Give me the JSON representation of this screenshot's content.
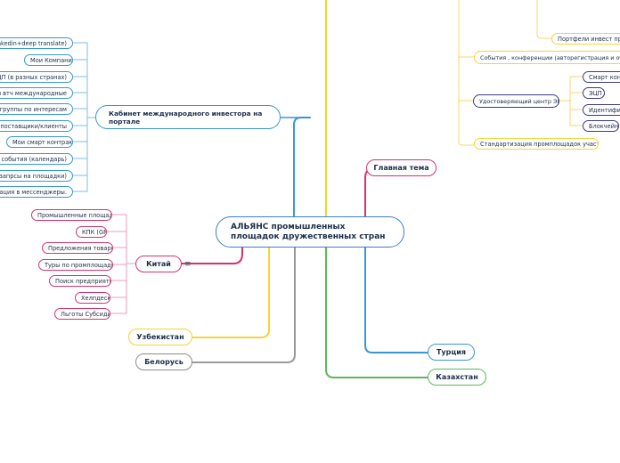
{
  "root": {
    "label": "АЛЬЯНС промышленных площадок дружественных стран"
  },
  "investor": {
    "label": "Кабинет международного инвестора на портале",
    "items": [
      "ь (Linkedin+deep translate)",
      "Мои Компании",
      "и ЭЦП (в разных странах)",
      "роекты втч международные",
      "Мои группы по интересам",
      "Мои поставщики/клиенты",
      "Мои смарт контракты",
      "Мои события (календарь)",
      "вест-запрсы на площадки)",
      "нтеграция в мессенджеры."
    ]
  },
  "china": {
    "label": "Китай",
    "items": [
      "Промышленные площадки",
      "КПК (GR)",
      "Предложения товаров",
      "Туры по промплощадкам",
      "Поиск предприятий",
      "Хелпдеск",
      "Льготы Субсидии"
    ]
  },
  "uzbekistan": {
    "label": "Узбекистан"
  },
  "belarus": {
    "label": "Белорусь"
  },
  "main_topic": {
    "label": "Главная тема"
  },
  "turkey": {
    "label": "Турция"
  },
  "kazakhstan": {
    "label": "Казахстан"
  },
  "right_branch": {
    "portfolio": "Портфели инвест проектов",
    "events": "События , конференции (авторегистрация и общение)",
    "certifying_center": "Удостоверяющий центр ЭЦП",
    "cert_items": [
      "Смарт контракты",
      "ЭЦП",
      "Идентификация",
      "Блокчейн"
    ],
    "standardization": "Стандартизация промплощадок участников"
  },
  "colors": {
    "blue": "#3a97d4",
    "pink": "#d6336c",
    "yellow": "#f2d43a",
    "gray": "#8c8c8c",
    "green": "#5cb85c",
    "light_pink": "#ec9bbf",
    "light_yellow": "#f4d86a"
  },
  "icons": {
    "menu": "menu-lines-icon"
  }
}
